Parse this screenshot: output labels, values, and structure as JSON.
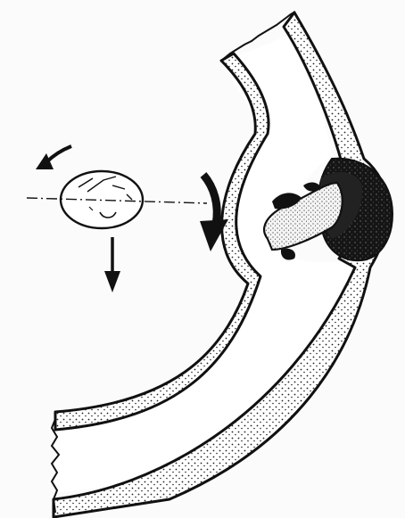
{
  "figure": {
    "ink_color": "#111111",
    "paper_color": "#fbfbfb",
    "lumen_color": "#ffffff",
    "wall_fill_color": "#ffffff",
    "aneurysm_fill_color": "#151515",
    "projection_fill_color": "#efefef",
    "parts": [
      "curved-vessel",
      "saccular-aneurysm",
      "intraluminal-projection",
      "rotating-ellipse-object",
      "rotation-arrow",
      "flow-arrow",
      "downward-arrow",
      "dash-dot-axis"
    ]
  }
}
